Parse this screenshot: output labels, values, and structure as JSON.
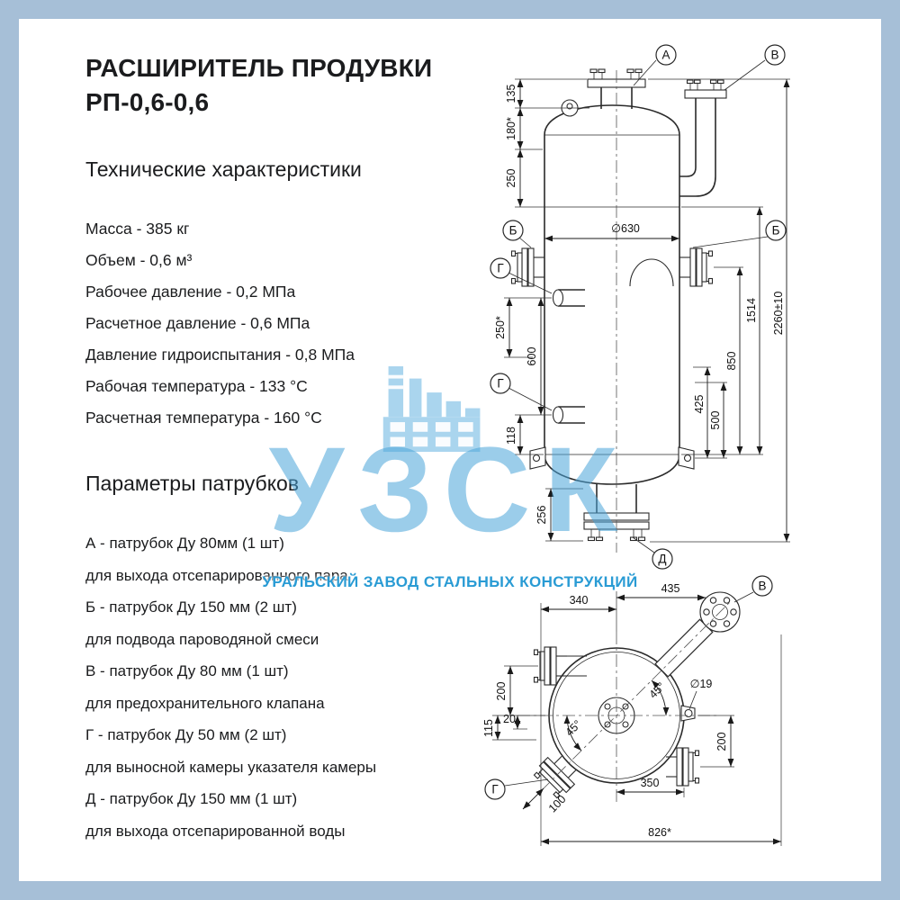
{
  "title": {
    "line1": "РАСШИРИТЕЛЬ ПРОДУВКИ",
    "line2": "РП-0,6-0,6"
  },
  "specs": {
    "heading": "Технические характеристики",
    "items": [
      "Масса - 385 кг",
      "Объем - 0,6 м³",
      "Рабочее давление - 0,2 МПа",
      "Расчетное давление - 0,6 МПа",
      "Давление гидроиспытания - 0,8 МПа",
      "Рабочая температура - 133 °С",
      "Расчетная температура - 160 °С"
    ]
  },
  "nozzles": {
    "heading": "Параметры патрубков",
    "items": [
      {
        "label": "А - патрубок Ду 80мм (1 шт)",
        "desc": "для выхода отсепарированного пара"
      },
      {
        "label": "Б - патрубок Ду 150 мм (2 шт)",
        "desc": "для подвода пароводяной смеси"
      },
      {
        "label": "В - патрубок Ду 80 мм (1 шт)",
        "desc": "для предохранительного клапана"
      },
      {
        "label": "Г - патрубок Ду 50 мм (2 шт)",
        "desc": "для выносной камеры указателя камеры"
      },
      {
        "label": "Д - патрубок Ду 150 мм (1 шт)",
        "desc": "для выхода отсепарированной воды"
      }
    ]
  },
  "watermark": {
    "abbr": "УЗСК",
    "full": "УРАЛЬСКИЙ ЗАВОД СТАЛЬНЫХ КОНСТРУКЦИЙ",
    "abbr_color": "#5fb3e2",
    "name_color": "#1792d0"
  },
  "frame_color": "#a6bfd7",
  "drawing": {
    "callouts": {
      "a": "А",
      "b": "Б",
      "v": "В",
      "g": "Г",
      "d": "Д"
    },
    "front": {
      "d135": "135",
      "d180": "180*",
      "d250": "250",
      "d630": "∅630",
      "d250s": "250*",
      "d600": "600",
      "d118": "118",
      "d256": "256",
      "d425": "425",
      "d500": "500",
      "d850": "850",
      "d1514": "1514",
      "d2260": "2260±10"
    },
    "plan": {
      "d340": "340",
      "d435": "435",
      "d200": "200",
      "d115": "115",
      "d20": "20",
      "d45": "45°",
      "d19": "∅19",
      "d100": "100",
      "d350": "350",
      "d826": "826*"
    }
  }
}
